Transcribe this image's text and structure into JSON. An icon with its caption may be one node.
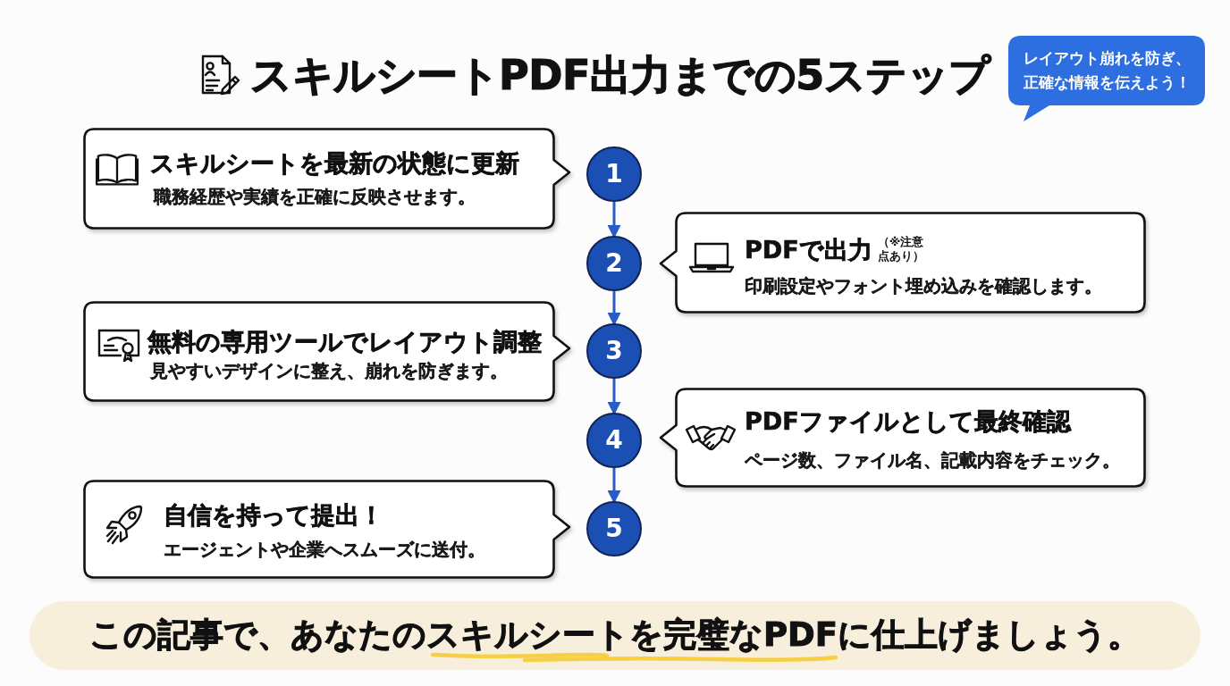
{
  "diagram": {
    "title": "スキルシートPDF出力までの5ステップ",
    "nodes": [
      {
        "text": [
          "レイアウト崩れを防ぎ、正確な情報を伝えよう！"
        ]
      },
      {
        "text": [
          "スキルシートを最新の状態に更新",
          "職務経歴や実績を正確に反映させます。"
        ]
      },
      {
        "text": [
          "1"
        ]
      },
      {
        "text": [
          "2"
        ]
      },
      {
        "text": [
          "PDFで出力",
          "（※注意点あり）",
          "印刷設定やフォント埋め込みを確認します。"
        ]
      },
      {
        "text": [
          "無料の専用ツールでレイアウト調整",
          "見やすいデザインに整え、崩れを防ぎます。"
        ]
      },
      {
        "text": [
          "3"
        ]
      },
      {
        "text": [
          "4"
        ]
      },
      {
        "text": [
          "PDFファイルとして最終確認",
          "ページ数、ファイル名、記載内容をチェック。"
        ]
      },
      {
        "text": [
          "自信を持って提出！",
          "エージェントや企業へスムーズに送付。"
        ]
      },
      {
        "text": [
          "5"
        ]
      },
      {
        "text": [
          "この記事で、あなたのスキルシートを完璧なPDFに仕上げましょう。"
        ]
      }
    ],
    "edges": [
      {
        "from": 2,
        "to": 3,
        "arrow": "to"
      },
      {
        "from": 3,
        "to": 6,
        "arrow": "to"
      },
      {
        "from": 6,
        "to": 7,
        "arrow": "to"
      },
      {
        "from": 7,
        "to": 10,
        "arrow": "to"
      }
    ]
  }
}
